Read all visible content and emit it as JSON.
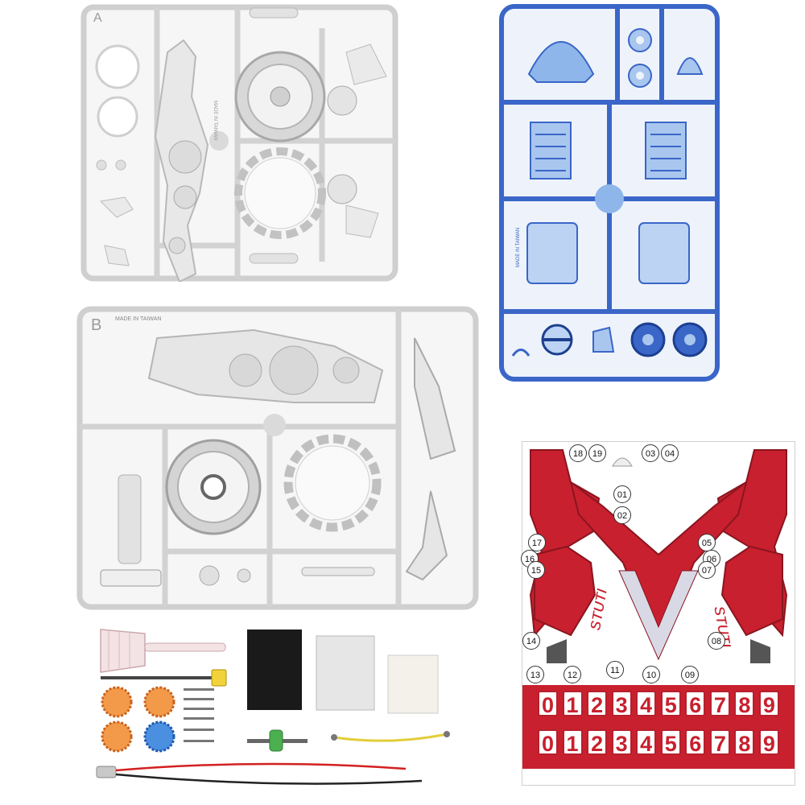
{
  "sprue_a": {
    "letter": "A",
    "inscription": "MADE IN TAIWAN",
    "color": "#e4e4e4"
  },
  "sprue_b": {
    "letter": "B",
    "inscription": "MADE IN TAIWAN",
    "color": "#e4e4e4"
  },
  "sprue_blue": {
    "inscription": "MADE IN TAIWAN",
    "color": "#3a66c8"
  },
  "decal_sheet": {
    "brand_text": "STUTI",
    "callouts": [
      "18",
      "19",
      "03",
      "04",
      "01",
      "02",
      "17",
      "05",
      "16",
      "06",
      "15",
      "07",
      "14",
      "08",
      "13",
      "12",
      "11",
      "10",
      "09"
    ],
    "number_row_1": [
      "0",
      "1",
      "2",
      "3",
      "4",
      "5",
      "6",
      "7",
      "8",
      "9"
    ],
    "number_row_2": [
      "0",
      "1",
      "2",
      "3",
      "4",
      "5",
      "6",
      "7",
      "8",
      "9"
    ],
    "primary_color": "#c8202e"
  },
  "loose_parts": [
    "funnel-nozzle",
    "steel-axle",
    "yellow-connector",
    "black-foam-pad",
    "grey-foam-pad",
    "white-felt-pad",
    "orange-gear",
    "blue-gear",
    "green-worm-gear-shaft",
    "metal-pins",
    "yellow-wire-lead",
    "motor-with-red-black-wires"
  ]
}
